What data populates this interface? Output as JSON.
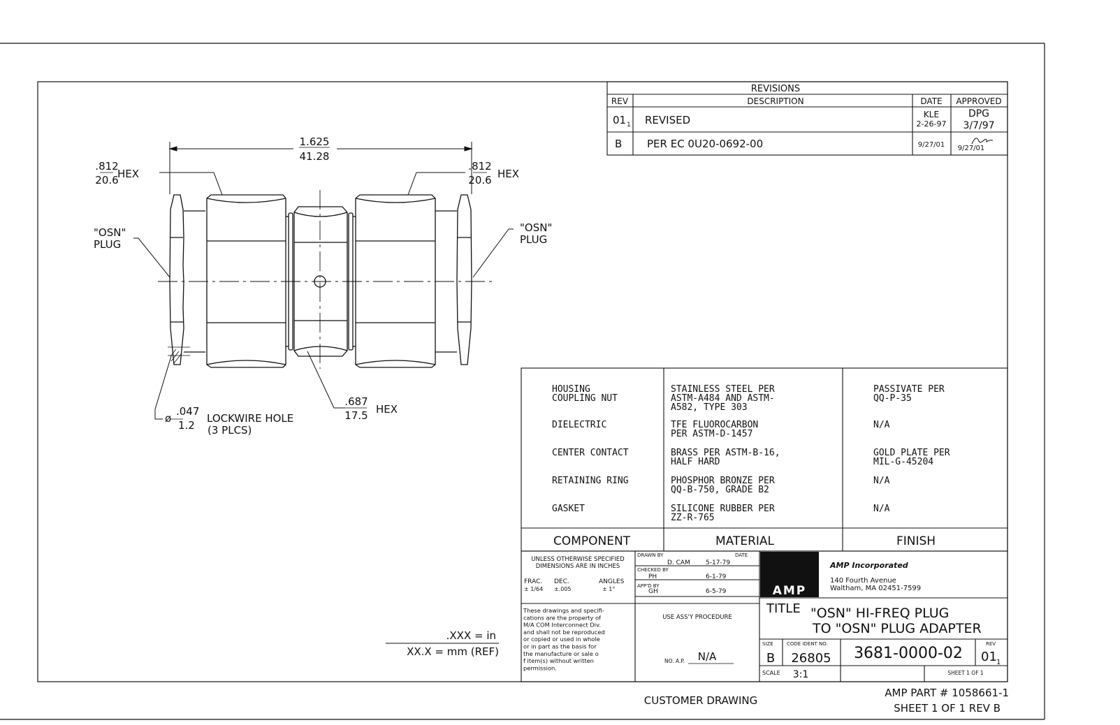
{
  "revisions": {
    "title": "REVISIONS",
    "headers": {
      "rev": "REV",
      "description": "DESCRIPTION",
      "date": "DATE",
      "approved": "APPROVED"
    },
    "rows": [
      {
        "rev": "01",
        "rev_sub": "1",
        "description": "REVISED",
        "date_top": "KLE",
        "date_bottom": "2-26-97",
        "approved_top": "DPG",
        "approved_bottom": "3/7/97"
      },
      {
        "rev": "B",
        "rev_sub": "",
        "description": "PER EC 0U20-0692-00",
        "date_top": "9/27/01",
        "date_bottom": "",
        "approved_top": "",
        "approved_bottom": "9/27/01"
      }
    ]
  },
  "dimensions": {
    "overall_in": "1.625",
    "overall_mm": "41.28",
    "hex_left_in": ".812",
    "hex_left_mm": "20.6",
    "hex_left_label": "HEX",
    "hex_right_in": ".812",
    "hex_right_mm": "20.6",
    "hex_right_label": "HEX",
    "plug_left_1": "\"OSN\"",
    "plug_left_2": "PLUG",
    "plug_right_1": "\"OSN\"",
    "plug_right_2": "PLUG",
    "lockwire_symbol": "ø",
    "lockwire_in": ".047",
    "lockwire_mm": "1.2",
    "lockwire_label": "LOCKWIRE HOLE",
    "lockwire_count": "(3 PLCS)",
    "hex_center_in": ".687",
    "hex_center_mm": "17.5",
    "hex_center_label": "HEX"
  },
  "units_note": {
    "line1": ".XXX = in",
    "line2": "XX.X = mm (REF)"
  },
  "materials": {
    "headers": {
      "component": "COMPONENT",
      "material": "MATERIAL",
      "finish": "FINISH"
    },
    "rows": [
      {
        "component": [
          "HOUSING",
          "COUPLING NUT"
        ],
        "material": [
          "STAINLESS STEEL PER",
          "ASTM-A484 AND ASTM-",
          "A582, TYPE 303"
        ],
        "finish": [
          "PASSIVATE PER",
          "QQ-P-35"
        ]
      },
      {
        "component": [
          "DIELECTRIC"
        ],
        "material": [
          "TFE FLUOROCARBON",
          "PER ASTM-D-1457"
        ],
        "finish": [
          "N/A"
        ]
      },
      {
        "component": [
          "CENTER CONTACT"
        ],
        "material": [
          "BRASS PER ASTM-B-16,",
          "HALF HARD"
        ],
        "finish": [
          "GOLD PLATE PER",
          "MIL-G-45204"
        ]
      },
      {
        "component": [
          "RETAINING RING"
        ],
        "material": [
          "PHOSPHOR BRONZE PER",
          "QQ-B-750, GRADE B2"
        ],
        "finish": [
          "N/A"
        ]
      },
      {
        "component": [
          "GASKET"
        ],
        "material": [
          "SILICONE RUBBER PER",
          "ZZ-R-765"
        ],
        "finish": [
          "N/A"
        ]
      }
    ]
  },
  "title_block": {
    "tolerance_line1": "UNLESS OTHERWISE SPECIFIED",
    "tolerance_line2": "DIMENSIONS ARE IN INCHES",
    "frac_label": "FRAC.",
    "frac_val": "± 1/64",
    "dec_label": "DEC.",
    "dec_val": "±.005",
    "angles_label": "ANGLES",
    "angles_val": "± 1°",
    "drawn_by_label": "DRAWN BY",
    "date_label": "DATE",
    "drawn_by": "D. CAM",
    "drawn_date": "5-17-79",
    "checked_by_label": "CHECKED BY",
    "checked_by": "PH",
    "checked_date": "6-1-79",
    "appd_by_label": "APP'D BY",
    "appd_by": "GH",
    "appd_date": "6-5-79",
    "logo_text": "AMP",
    "company": "AMP Incorporated",
    "address1": "140 Fourth Avenue",
    "address2": "Waltham, MA 02451-7599",
    "proprietary": [
      "These drawings and specifi-",
      "cations are the property of",
      "M/A COM Interconnect Div.",
      "and shall not be reproduced",
      "or copied or used in whole",
      "or in part as the basis for",
      "the manufacture or sale o",
      "f item(s) without written",
      "permission."
    ],
    "use_assy": "USE ASS'Y PROCEDURE",
    "no_ap_label": "NO. A.P.",
    "no_ap_value": "N/A",
    "title_label": "TITLE",
    "title_line1": "\"OSN\" HI-FREQ PLUG",
    "title_line2": "TO \"OSN\" PLUG ADAPTER",
    "size_label": "SIZE",
    "size": "B",
    "code_label": "CODE IDENT NO.",
    "code": "26805",
    "dwg_no": "3681-0000-02",
    "rev_label": "REV",
    "rev": "01",
    "rev_sub": "1",
    "scale_label": "SCALE",
    "scale": "3:1",
    "sheet": "SHEET 1 OF 1"
  },
  "footer": {
    "customer_drawing": "CUSTOMER DRAWING",
    "amp_part": "AMP PART # 1058661-1",
    "sheet_rev": "SHEET 1 OF 1  REV B"
  }
}
